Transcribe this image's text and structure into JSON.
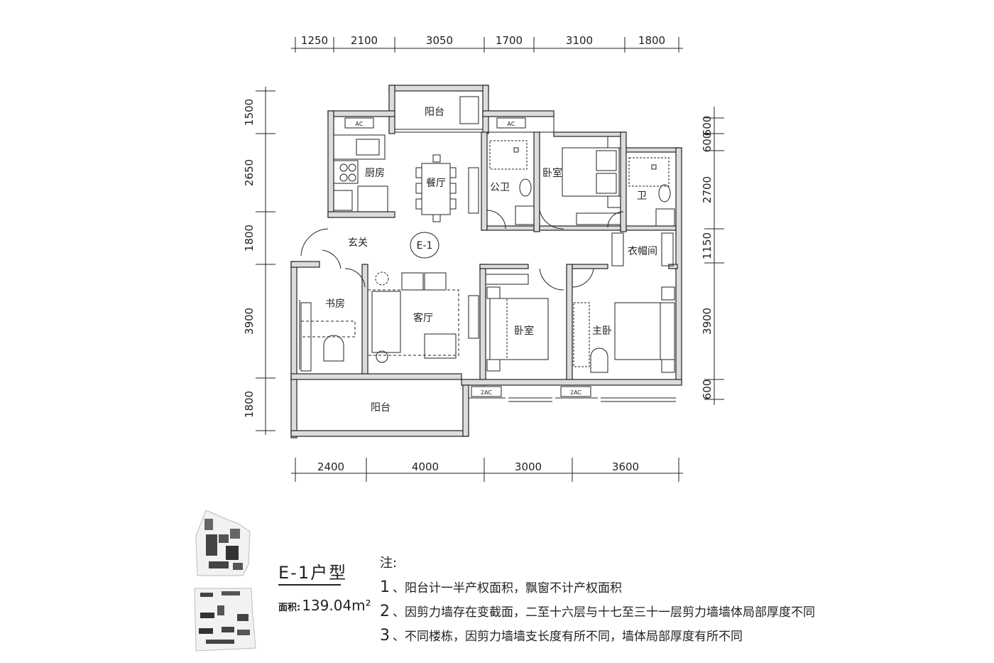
{
  "plan": {
    "unit_code": "E-1",
    "dims_top": [
      "1250",
      "2100",
      "3050",
      "1700",
      "3100",
      "1800"
    ],
    "dims_bottom": [
      "2400",
      "4000",
      "3000",
      "3600"
    ],
    "dims_left": [
      "1500",
      "2650",
      "1800",
      "3900",
      "1800"
    ],
    "dims_right": [
      "600",
      "600",
      "2700",
      "1150",
      "3900",
      "600"
    ],
    "rooms": {
      "balcony_top": "阳台",
      "kitchen": "厨房",
      "dining": "餐厅",
      "public_bath": "公卫",
      "bedroom_north": "卧室",
      "bath_ensuite": "卫",
      "foyer": "玄关",
      "cloakroom": "衣帽间",
      "study": "书房",
      "living": "客厅",
      "bedroom_south": "卧室",
      "master": "主卧",
      "balcony_bottom": "阳台"
    },
    "ac_labels": {
      "ac1": "AC",
      "ac2": "AC",
      "ac3": "2AC",
      "ac4": "2AC"
    }
  },
  "info": {
    "type_title": "E-1户型",
    "area_label": "面积:",
    "area_value": "139.04m²"
  },
  "notes": {
    "heading": "注:",
    "items": [
      {
        "num": "1",
        "text": "、阳台计一半产权面积，飘窗不计产权面积"
      },
      {
        "num": "2",
        "text": "、因剪力墙存在变截面，二至十六层与十七至三十一层剪力墙墙体局部厚度不同"
      },
      {
        "num": "3",
        "text": "、不同楼栋，因剪力墙墙支长度有所不同，墙体局部厚度有所不同"
      }
    ]
  },
  "colors": {
    "line": "#222222",
    "wall_fill": "#dcdcdc"
  }
}
